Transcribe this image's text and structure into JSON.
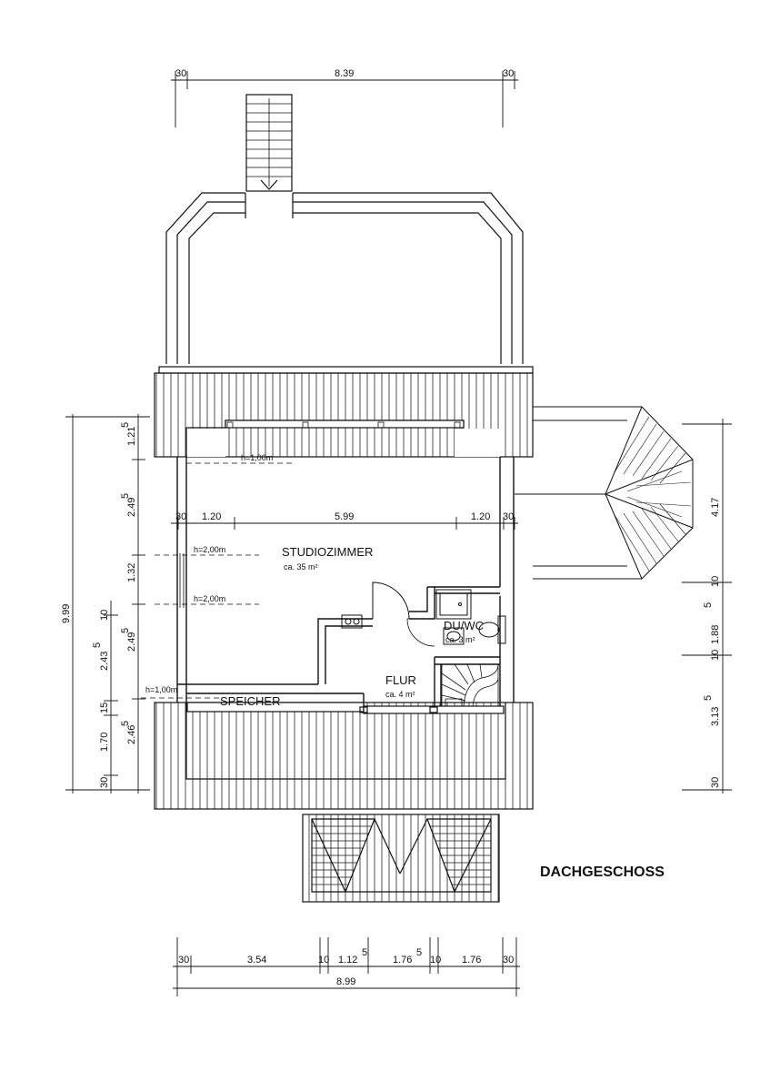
{
  "title": "DACHGESCHOSS",
  "rooms": {
    "studio": {
      "name": "STUDIOZIMMER",
      "area": "ca. 35 m²"
    },
    "bath": {
      "name": "DU/WC",
      "area": "ca. 3 m²"
    },
    "hall": {
      "name": "FLUR",
      "area": "ca. 4 m²"
    },
    "attic": {
      "name": "SPEICHER"
    }
  },
  "height_notes": [
    "h=1,00m",
    "h=2,00m",
    "h=2,00m",
    "h=1,00m"
  ],
  "dims": {
    "top": [
      "30",
      "8.39",
      "30"
    ],
    "inner": [
      "30",
      "1.20",
      "5.99",
      "1.20",
      "30"
    ],
    "bottom": [
      "30",
      "3.54",
      "10",
      "1.12",
      "5",
      "1.76",
      "5",
      "10",
      "1.76",
      "30"
    ],
    "bottom_total": "8.99",
    "left_total": "9.99",
    "left_mid": [
      "10",
      "2.43",
      "5",
      "15",
      "1.70",
      "30"
    ],
    "left_inner": [
      "1.21",
      "5",
      "2.49",
      "5",
      "1.32",
      "2.49",
      "5",
      "2.46",
      "5"
    ],
    "right": [
      "4.17",
      "10",
      "1.88",
      "5",
      "10",
      "3.13",
      "5",
      "30"
    ]
  }
}
